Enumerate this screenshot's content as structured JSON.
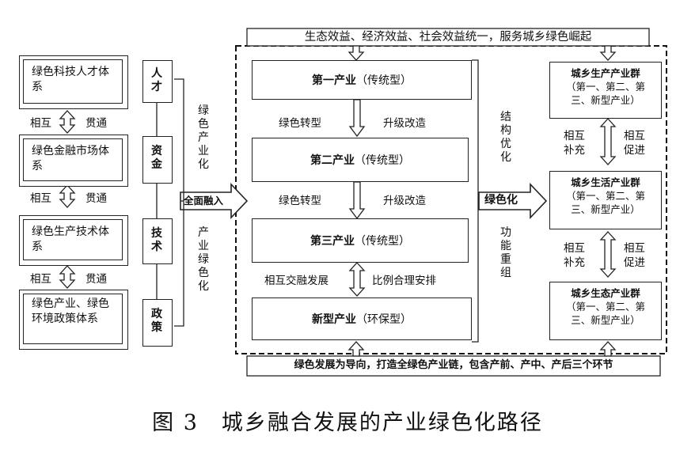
{
  "top_banner": "生态效益、经济效益、社会效益统一，服务城乡绿色崛起",
  "bottom_banner": "绿色发展为导向，打造全绿色产业链，包含产前、产中、产后三个环节",
  "left_systems": [
    {
      "label": "绿色科技人才体系",
      "factor": "人才"
    },
    {
      "label": "绿色金融市场体系",
      "factor": "资金"
    },
    {
      "label": "绿色生产技术体系",
      "factor": "技术"
    },
    {
      "label": "绿色产业、绿色环境政策体系",
      "factor": "政策"
    }
  ],
  "left_links": [
    {
      "left": "相互",
      "right": "贯通"
    },
    {
      "left": "相互",
      "right": "贯通"
    },
    {
      "left": "相互",
      "right": "贯通"
    }
  ],
  "vertical_labels": {
    "upper": "绿色产业化",
    "lower": "产业绿色化",
    "structure": "结构优化",
    "function": "功能重组"
  },
  "merge_arrow": "全面融入",
  "green_arrow": "绿色化",
  "industries": [
    {
      "name": "第一产业",
      "type": "（传统型）"
    },
    {
      "name": "第二产业",
      "type": "（传统型）"
    },
    {
      "name": "第三产业",
      "type": "（传统型）"
    },
    {
      "name": "新型产业",
      "type": "（环保型）"
    }
  ],
  "industry_links": [
    {
      "left": "绿色转型",
      "right": "升级改造"
    },
    {
      "left": "绿色转型",
      "right": "升级改造"
    },
    {
      "left": "相互交融发展",
      "right": "比例合理安排"
    }
  ],
  "clusters": [
    {
      "title": "城乡生产产业群",
      "sub1": "（第一、第二、第",
      "sub2": "三、新型产业）"
    },
    {
      "title": "城乡生活产业群",
      "sub1": "（第一、第二、第",
      "sub2": "三、新型产业）"
    },
    {
      "title": "城乡生态产业群",
      "sub1": "（第一、第二、第",
      "sub2": "三、新型产业）"
    }
  ],
  "cluster_links": [
    {
      "l1": "相互",
      "l2": "补充",
      "r1": "相互",
      "r2": "促进"
    },
    {
      "l1": "相互",
      "l2": "补充",
      "r1": "相互",
      "r2": "促进"
    }
  ],
  "caption": "图 3　城乡融合发展的产业绿色化路径"
}
